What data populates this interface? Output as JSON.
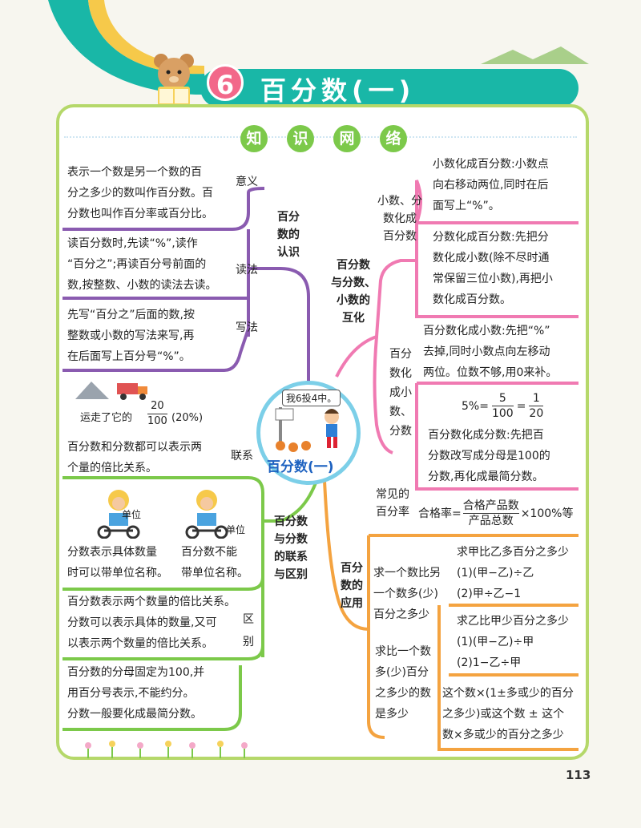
{
  "header": {
    "chapter_num": "6",
    "title": "百分数(一)"
  },
  "section_keywords": [
    "知",
    "识",
    "网",
    "络"
  ],
  "center": {
    "speech": "我6投4中。",
    "title": "百分数(一)"
  },
  "recognize": {
    "branch": [
      "百分",
      "数的",
      "认识"
    ],
    "meaning_label": "意义",
    "meaning": [
      "表示一个数是另一个数的百",
      "分之多少的数叫作百分数。百",
      "分数也叫作百分率或百分比。"
    ],
    "read_label": "读法",
    "read": [
      "读百分数时,先读“%”,读作",
      "“百分之”;再读百分号前面的",
      "数,按整数、小数的读法去读。"
    ],
    "write_label": "写法",
    "write": [
      "先写“百分之”后面的数,按",
      "整数或小数的写法来写,再",
      "在后面写上百分号“%”。"
    ]
  },
  "relation": {
    "truck_caption_left": "运走了它的",
    "frac_num": "20",
    "frac_den": "100",
    "truck_caption_right": "(20%)",
    "link_label": "联系",
    "link": [
      "百分数和分数都可以表示两",
      "个量的倍比关系。"
    ],
    "unit_tag_left": "单位",
    "unit_tag_right": "单位",
    "frac_unit": [
      "分数表示具体数量",
      "时可以带单位名称。"
    ],
    "pct_unit": [
      "百分数不能",
      "带单位名称。"
    ],
    "branch": [
      "百分数",
      "与分数",
      "的联系",
      "与区别"
    ],
    "diff_label": [
      "区",
      "别"
    ],
    "diff1": [
      "百分数表示两个数量的倍比关系。",
      "分数可以表示具体的数量,又可",
      "以表示两个数量的倍比关系。"
    ],
    "diff2": [
      "百分数的分母固定为100,并",
      "用百分号表示,不能约分。",
      "分数一般要化成最简分数。"
    ]
  },
  "convert": {
    "branch": [
      "百分数",
      "与分数、",
      "小数的",
      "互化"
    ],
    "dec_to_pct_label": [
      "小数、分",
      "数化成",
      "百分数"
    ],
    "dec_to_pct": [
      "小数化成百分数:小数点",
      "向右移动两位,同时在后",
      "面写上“%”。"
    ],
    "frac_to_pct": [
      "分数化成百分数:先把分",
      "数化成小数(除不尽时通",
      "常保留三位小数),再把小",
      "数化成百分数。"
    ],
    "pct_to_dec_label": [
      "百分",
      "数化",
      "成小",
      "数、",
      "分数"
    ],
    "pct_to_dec": [
      "百分数化成小数:先把“%”",
      "去掉,同时小数点向左移动",
      "两位。位数不够,用0来补。"
    ],
    "eg_left": "5%=",
    "eg_f1_num": "5",
    "eg_f1_den": "100",
    "eg_eq": "=",
    "eg_f2_num": "1",
    "eg_f2_den": "20",
    "pct_to_frac": [
      "百分数化成分数:先把百",
      "分数改写成分母是100的",
      "分数,再化成最简分数。"
    ]
  },
  "apply": {
    "branch": [
      "百分",
      "数的",
      "应用"
    ],
    "rate_label": [
      "常见的",
      "百分率"
    ],
    "rate_left": "合格率=",
    "rate_num": "合格产品数",
    "rate_den": "产品总数",
    "rate_right": "×100%等",
    "more_label": [
      "求一个数比另",
      "一个数多(少)",
      "百分之多少"
    ],
    "more": [
      "求甲比乙多百分之多少",
      "(1)(甲−乙)÷乙",
      "(2)甲÷乙−1"
    ],
    "less": [
      "求乙比甲少百分之多少",
      "(1)(甲−乙)÷甲",
      "(2)1−乙÷甲"
    ],
    "than_label": [
      "求比一个数",
      "多(少)百分",
      "之多少的数",
      "是多少"
    ],
    "than": [
      "这个数×(1±多或少的百分",
      "之多少)或这个数 ± 这个",
      "数×多或少的百分之多少"
    ]
  },
  "page_number": "113"
}
